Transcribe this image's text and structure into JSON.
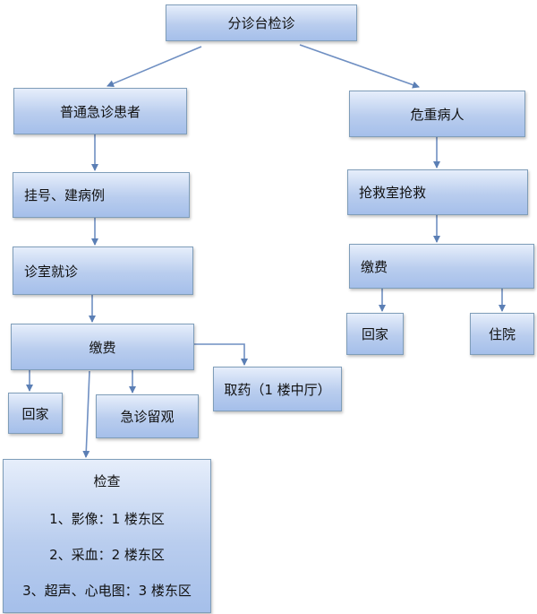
{
  "triage": "分诊台检诊",
  "normal": {
    "title": "普通急诊患者",
    "register": "挂号、建病例",
    "consult": "诊室就诊",
    "pay": "缴费",
    "home": "回家",
    "observe": "急诊留观",
    "medicine": "取药（1 楼中厅）",
    "exam": {
      "title": "检查",
      "items": [
        "1、影像：1 楼东区",
        "2、采血：2 楼东区",
        "3、超声、心电图：3 楼东区"
      ]
    }
  },
  "critical": {
    "title": "危重病人",
    "rescue": "抢救室抢救",
    "pay": "缴费",
    "home": "回家",
    "hospital": "住院"
  }
}
